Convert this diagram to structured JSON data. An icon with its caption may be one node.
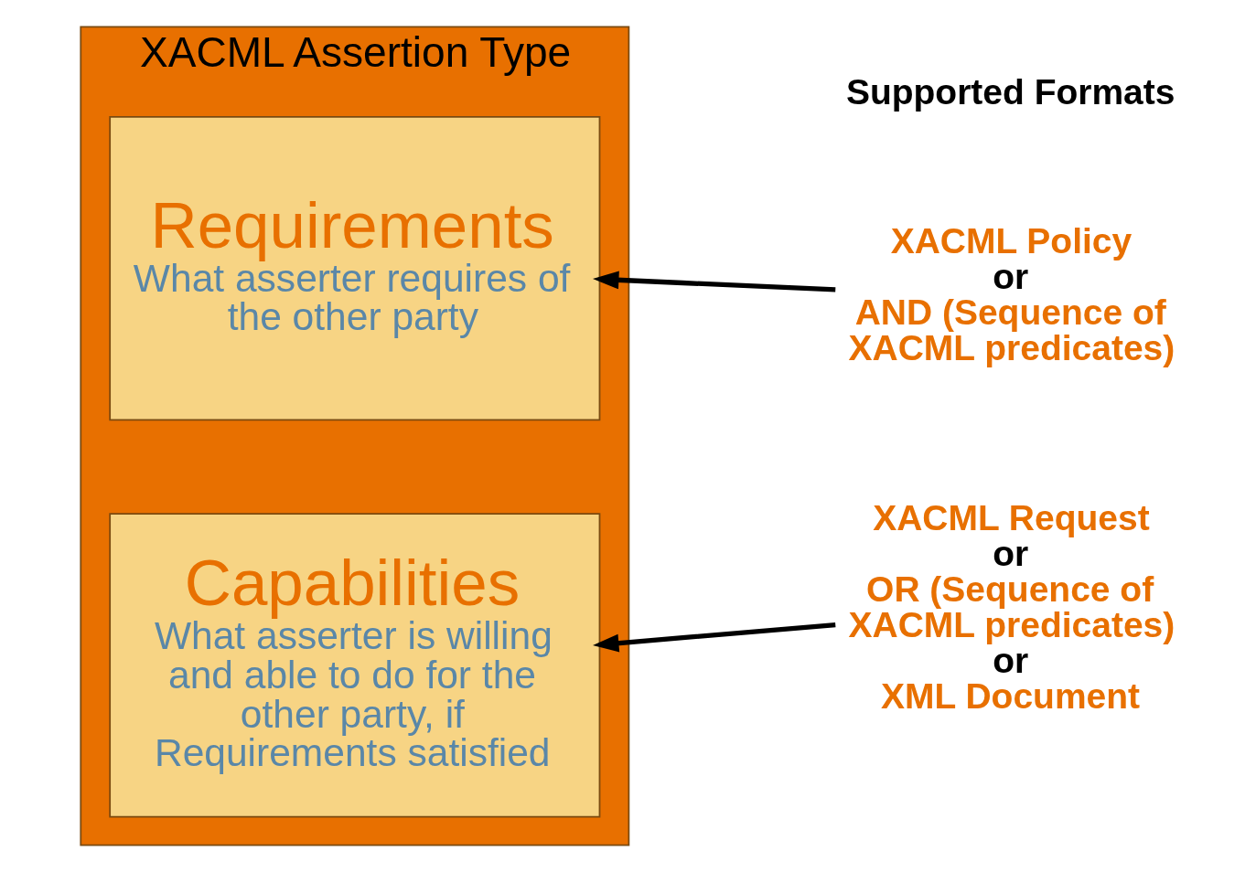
{
  "diagram": {
    "nodes": [
      {
        "text": [
          "XACML Assertion Type"
        ]
      },
      {
        "text": [
          "Requirements",
          "What asserter requires of the other party"
        ],
        "in": 0
      },
      {
        "text": [
          "Capabilities",
          "What asserter is willing and able to do for the other party, if Requirements satisfied"
        ],
        "in": 0
      },
      {
        "text": [
          "XACML Policy",
          "or",
          "AND (Sequence of XACML predicates)"
        ]
      },
      {
        "text": [
          "XACML Request",
          "or",
          "OR (Sequence of XACML predicates)",
          "or",
          "XML Document"
        ]
      }
    ],
    "edges": [
      {
        "from": 3,
        "to": 1,
        "arrow": "to"
      },
      {
        "from": 4,
        "to": 2,
        "arrow": "to"
      }
    ],
    "labels": [
      "Supported Formats"
    ]
  }
}
